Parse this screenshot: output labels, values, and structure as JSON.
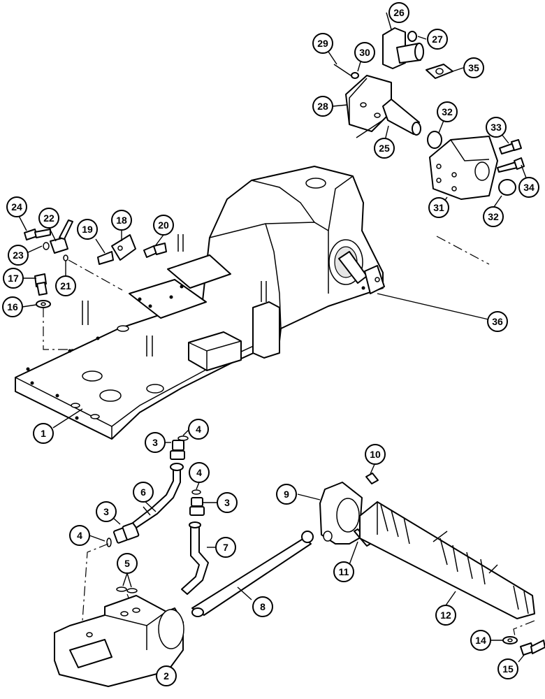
{
  "callouts": [
    {
      "label": "1"
    },
    {
      "label": "2"
    },
    {
      "label": "3"
    },
    {
      "label": "3"
    },
    {
      "label": "3"
    },
    {
      "label": "4"
    },
    {
      "label": "4"
    },
    {
      "label": "4"
    },
    {
      "label": "5"
    },
    {
      "label": "6"
    },
    {
      "label": "7"
    },
    {
      "label": "8"
    },
    {
      "label": "9"
    },
    {
      "label": "10"
    },
    {
      "label": "11"
    },
    {
      "label": "12"
    },
    {
      "label": "14"
    },
    {
      "label": "15"
    },
    {
      "label": "16"
    },
    {
      "label": "17"
    },
    {
      "label": "18"
    },
    {
      "label": "19"
    },
    {
      "label": "20"
    },
    {
      "label": "21"
    },
    {
      "label": "22"
    },
    {
      "label": "23"
    },
    {
      "label": "24"
    },
    {
      "label": "25"
    },
    {
      "label": "26"
    },
    {
      "label": "27"
    },
    {
      "label": "28"
    },
    {
      "label": "29"
    },
    {
      "label": "30"
    },
    {
      "label": "31"
    },
    {
      "label": "32"
    },
    {
      "label": "32"
    },
    {
      "label": "33"
    },
    {
      "label": "34"
    },
    {
      "label": "35"
    },
    {
      "label": "36"
    }
  ]
}
